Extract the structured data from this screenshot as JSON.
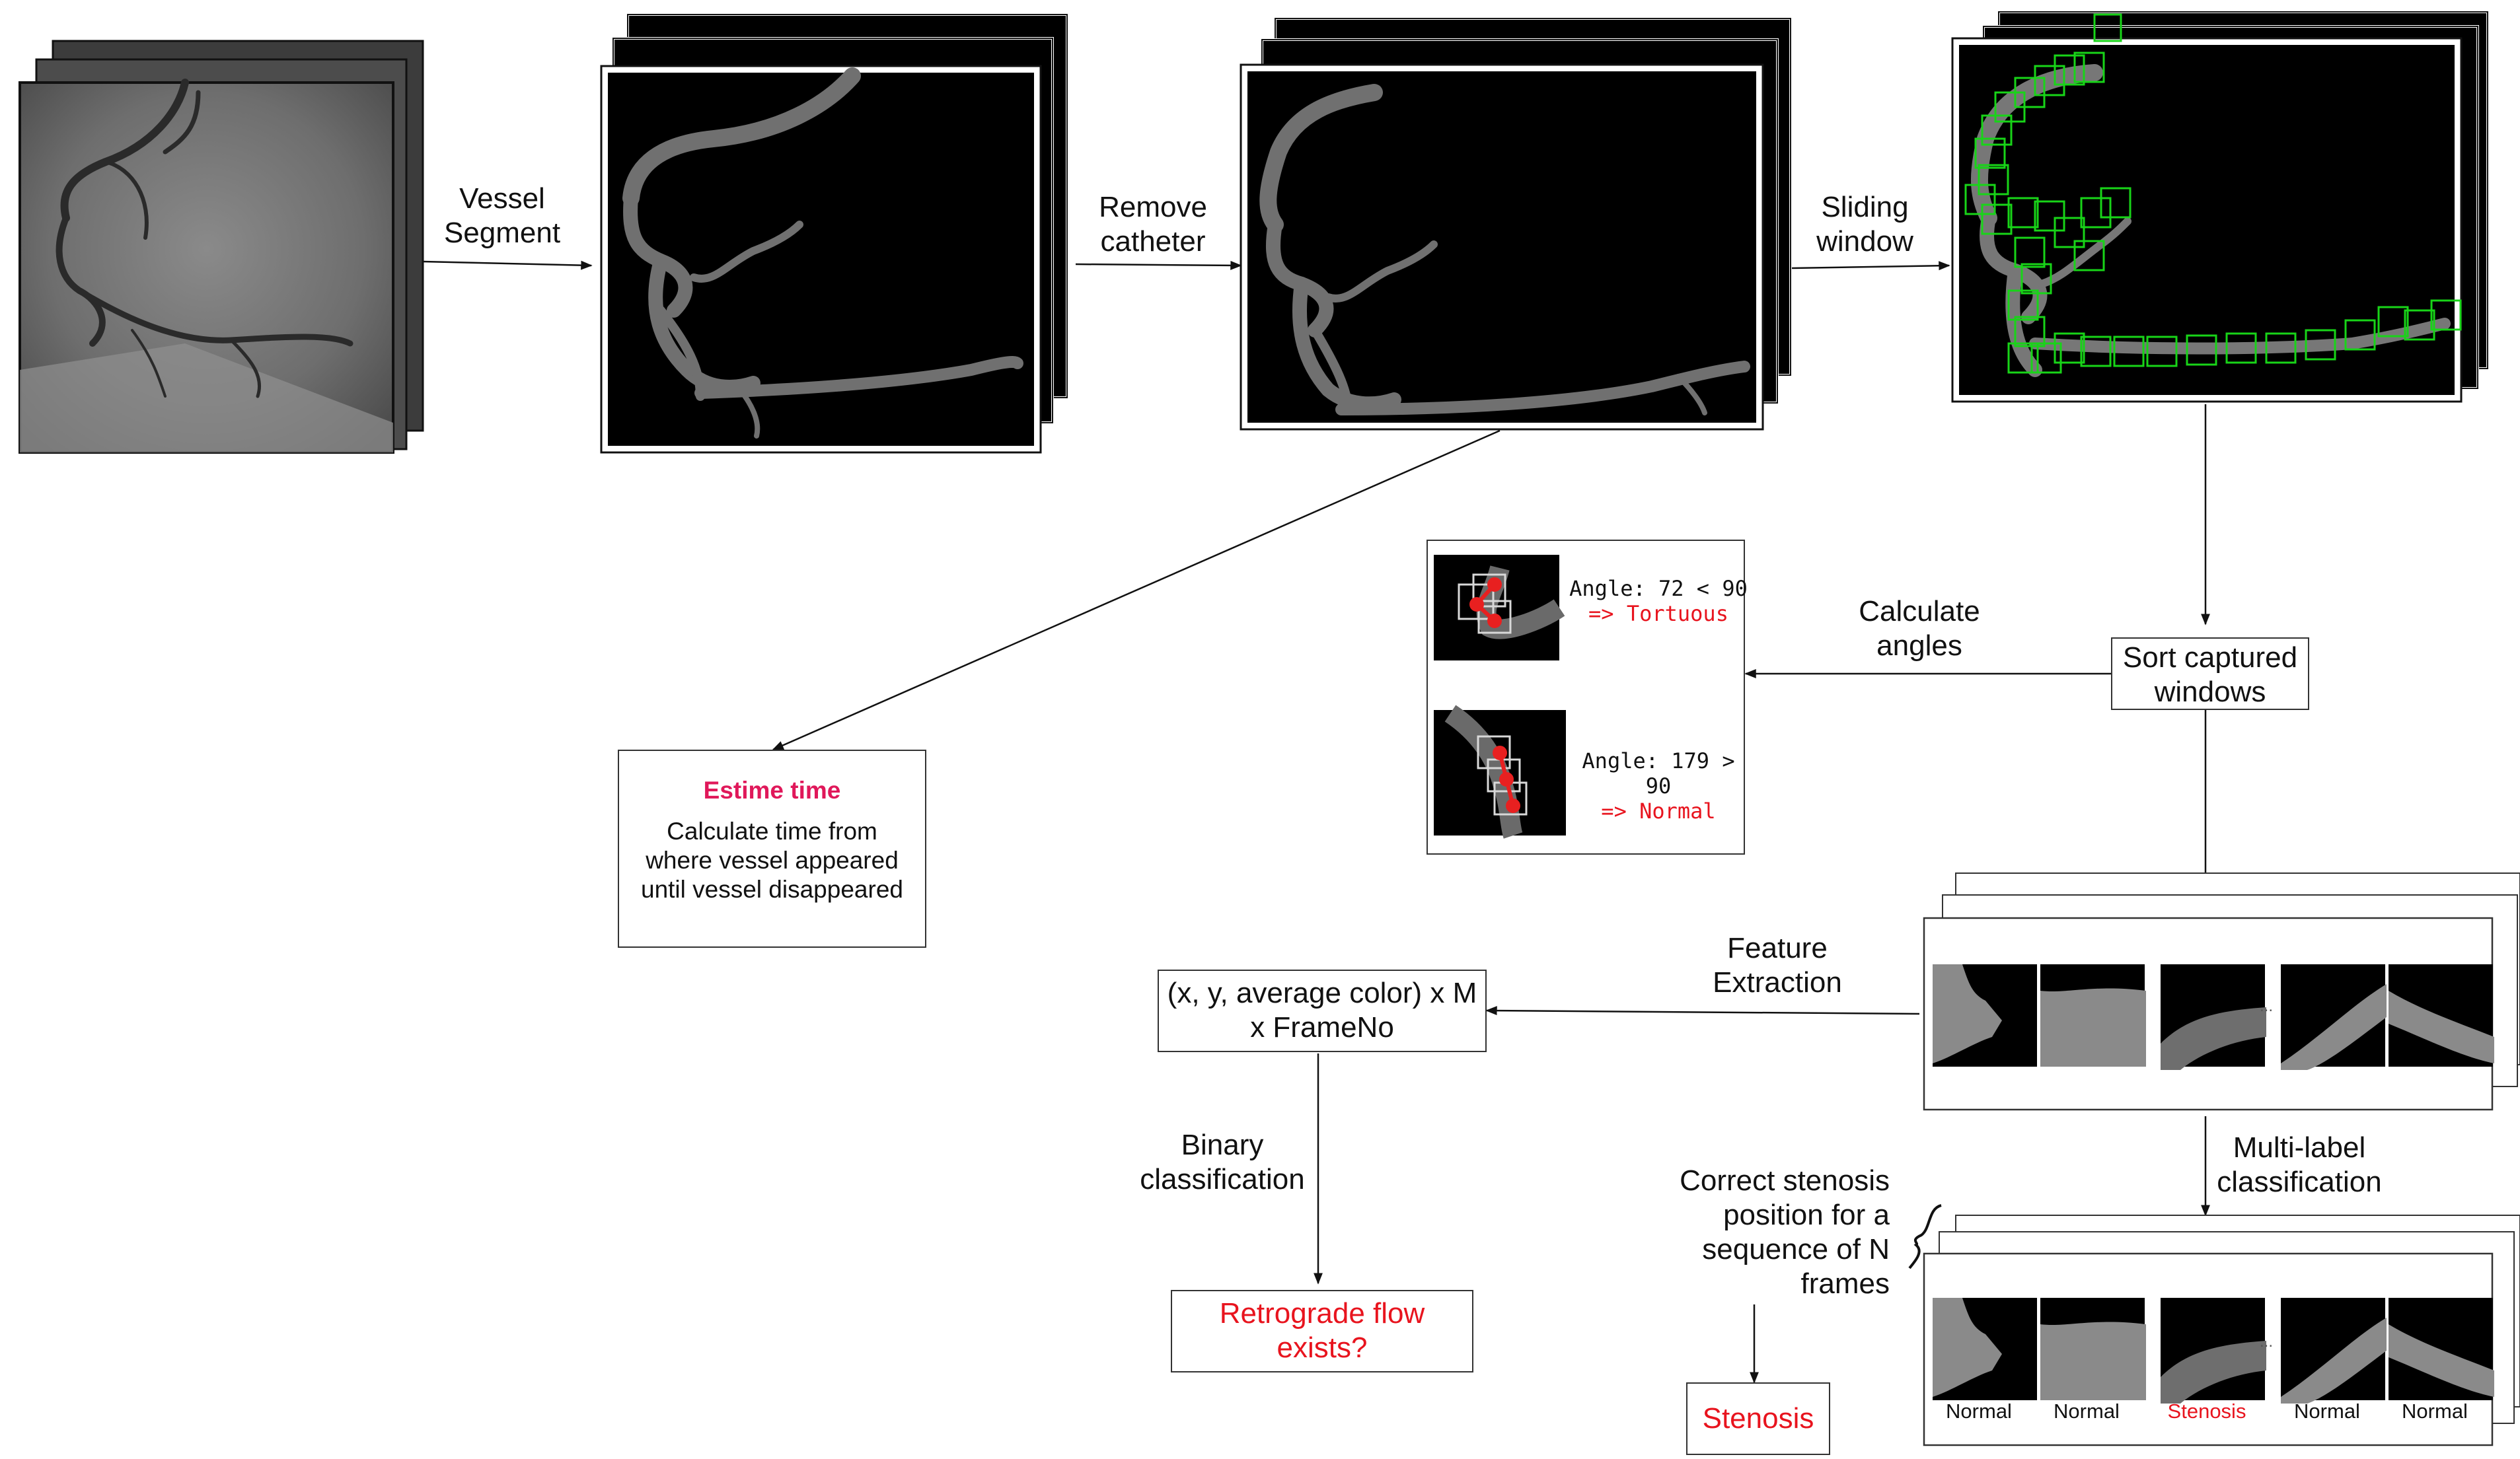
{
  "steps": {
    "vessel_segment": [
      "Vessel",
      "Segment"
    ],
    "remove_catheter": [
      "Remove",
      "catheter"
    ],
    "sliding_window": [
      "Sliding",
      "window"
    ],
    "calculate_angles": [
      "Calculate",
      "angles"
    ],
    "feature_extraction": [
      "Feature",
      "Extraction"
    ],
    "binary_classification": [
      "Binary",
      "classification"
    ],
    "multi_label_classification": [
      "Multi-label",
      "classification"
    ]
  },
  "sort_box": [
    "Sort captured",
    "windows"
  ],
  "estime_box": {
    "title": "Estime time",
    "lines": [
      "Calculate time from",
      "where vessel appeared",
      "until vessel disappeared"
    ]
  },
  "angles_panel": {
    "example1": {
      "angle_text": "Angle: 72 < 90",
      "result_text": "=> Tortuous"
    },
    "example2": {
      "angle_text": "Angle: 179 > 90",
      "result_text": "=> Normal"
    }
  },
  "features_box": [
    "(x, y, average color) x M",
    "x FrameNo"
  ],
  "retrograde_box": [
    "Retrograde flow",
    "exists?"
  ],
  "correct_stenosis": [
    "Correct stenosis",
    "position for a",
    "sequence of N",
    "frames"
  ],
  "stenosis_box": "Stenosis",
  "patch_labels": [
    "Normal",
    "Normal",
    "Stenosis",
    "Normal",
    "Normal"
  ],
  "patch_ellipsis": "...",
  "colors": {
    "red": "#e8141e",
    "pink": "#e0185a",
    "window_green": "#18d418",
    "marker_red": "#e82020"
  }
}
